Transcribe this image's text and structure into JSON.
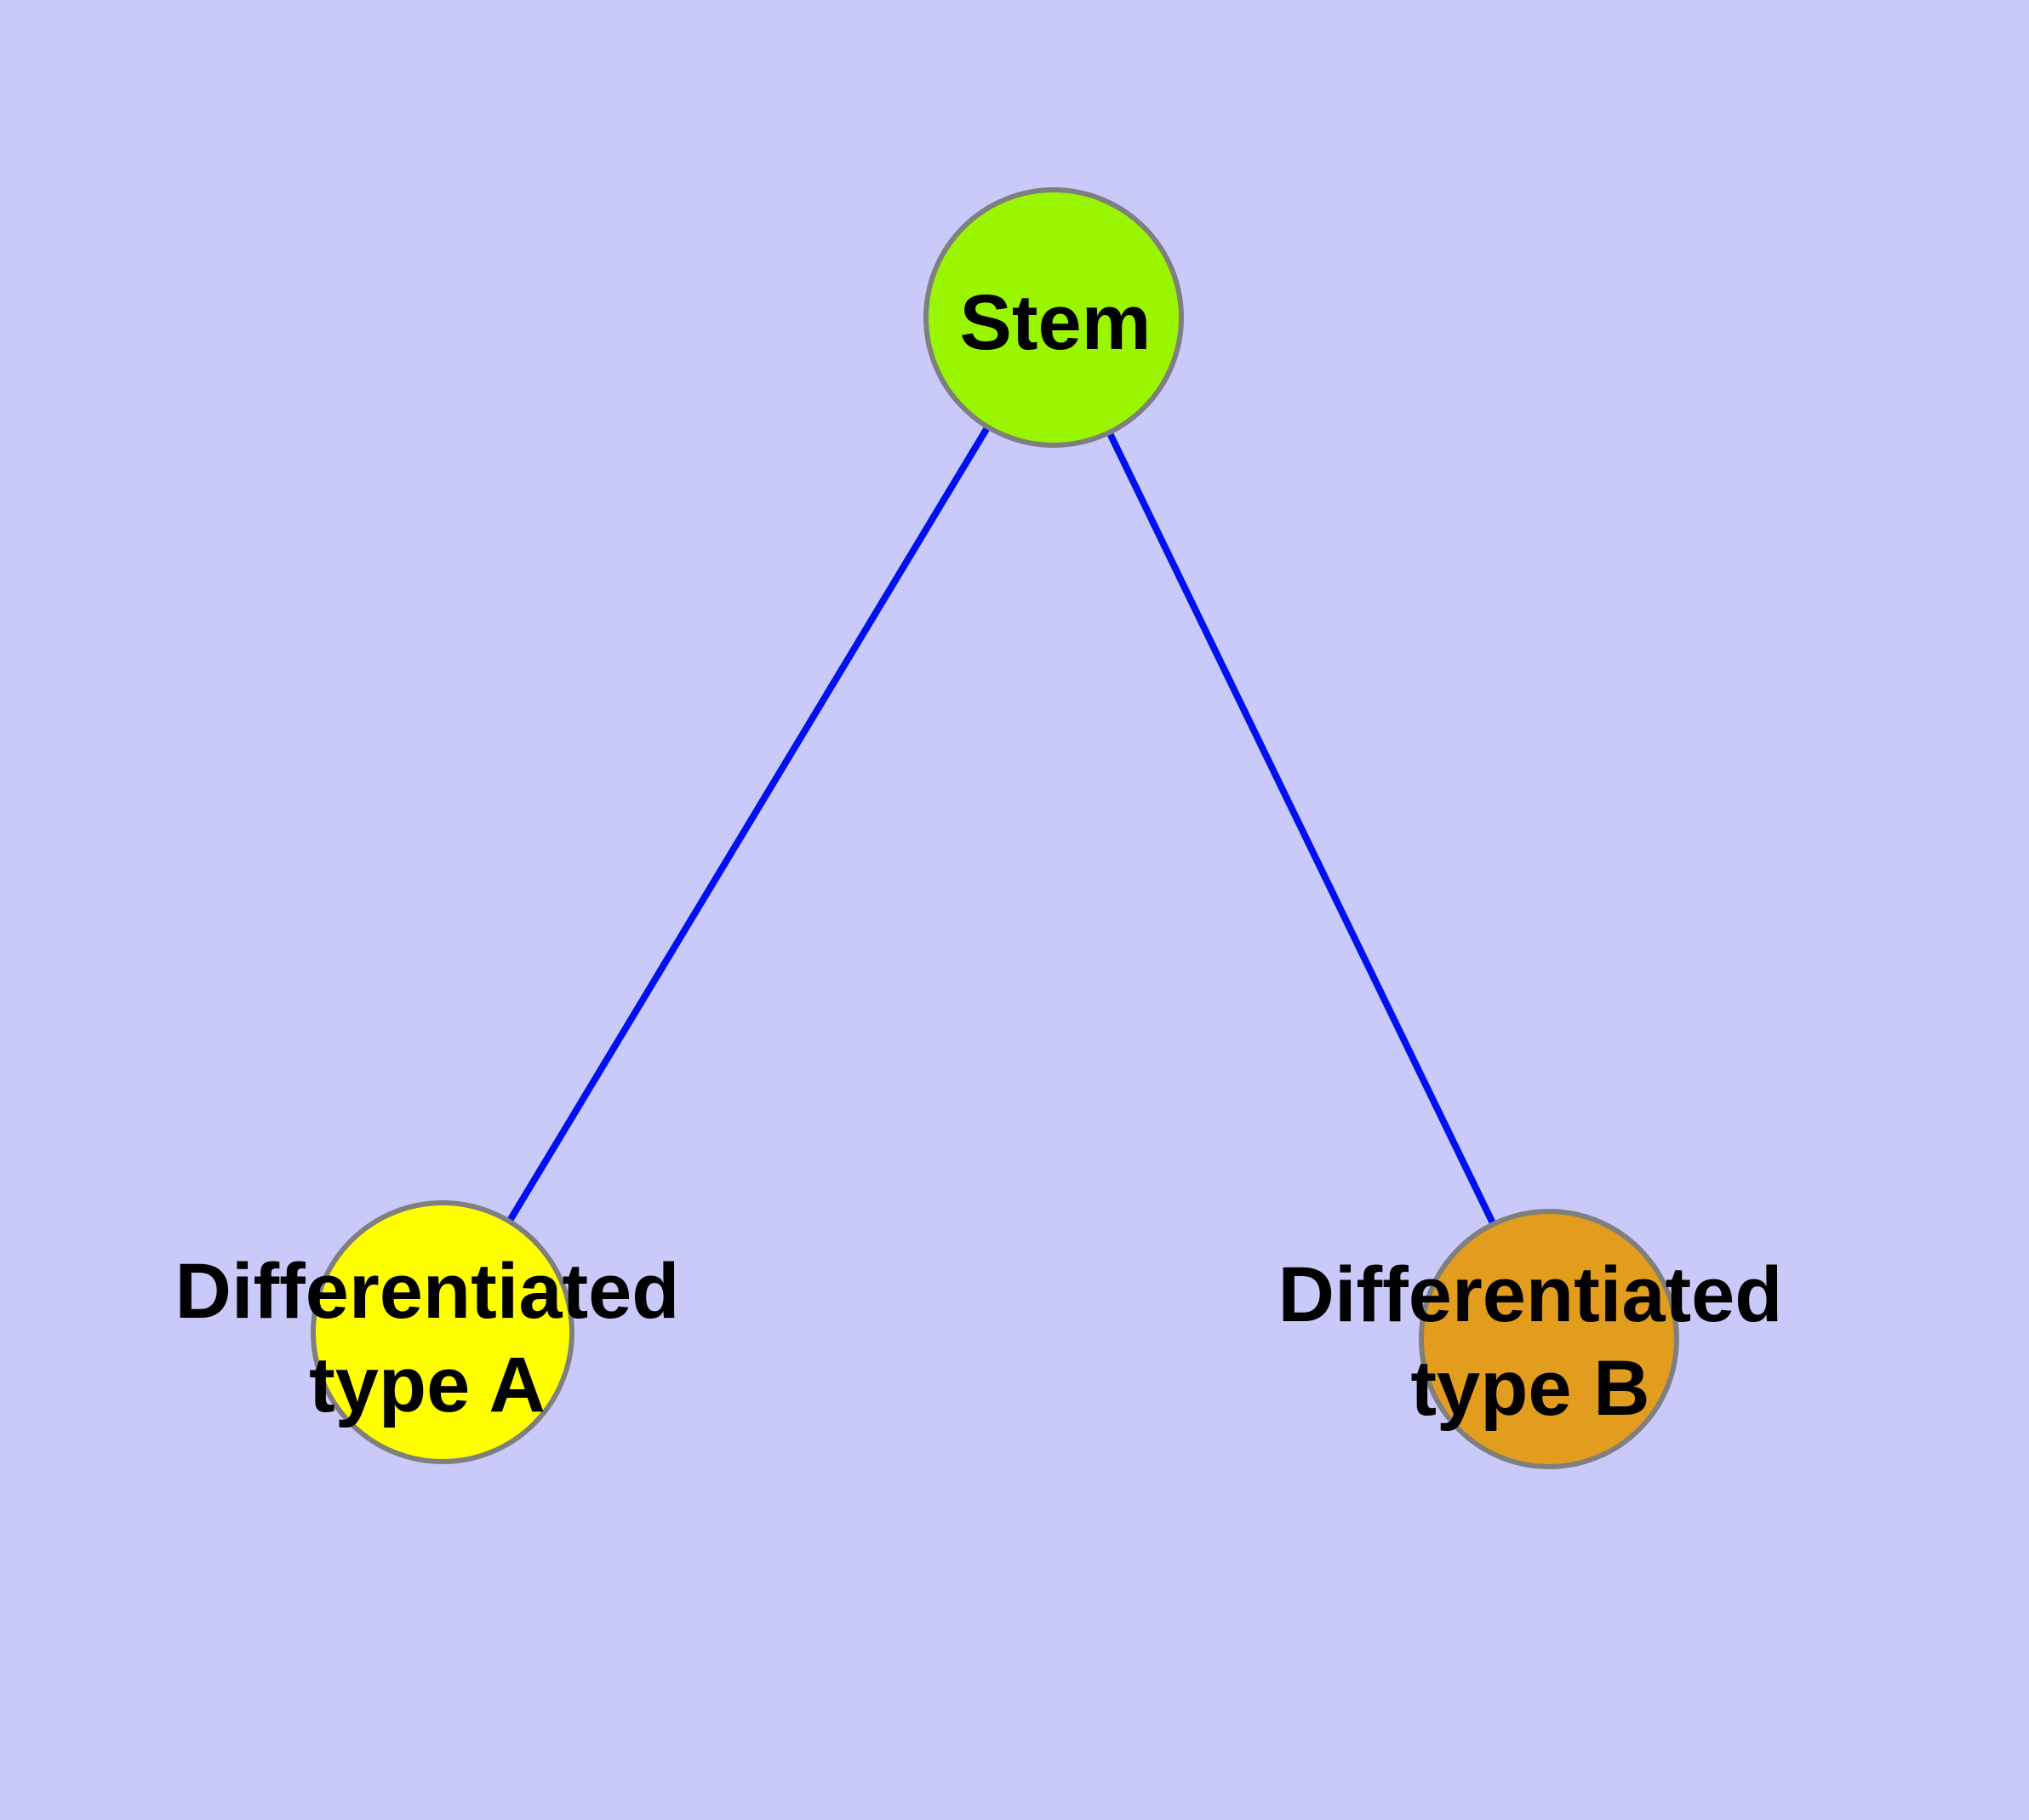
{
  "diagram": {
    "type": "node-link-graph",
    "nodes": [
      {
        "id": "stem",
        "label": "Stem",
        "label_lines": [
          "Stem"
        ],
        "fill_color": "#9AF500"
      },
      {
        "id": "differentiated-type-a",
        "label": "Differentiated type A",
        "label_lines": [
          "Differentiated",
          "type A"
        ],
        "fill_color": "#FFFF00"
      },
      {
        "id": "differentiated-type-b",
        "label": "Differentiated type B",
        "label_lines": [
          "Differentiated",
          "type B"
        ],
        "fill_color": "#E29C1E"
      }
    ],
    "edges": [
      {
        "from": "stem",
        "to": "differentiated-type-a",
        "color": "#0010EE"
      },
      {
        "from": "stem",
        "to": "differentiated-type-b",
        "color": "#0010EE"
      }
    ],
    "colors": {
      "background": "#CACAFA",
      "node_border": "#7F7F7F",
      "edge": "#0010EE",
      "label_text": "#000000"
    }
  }
}
